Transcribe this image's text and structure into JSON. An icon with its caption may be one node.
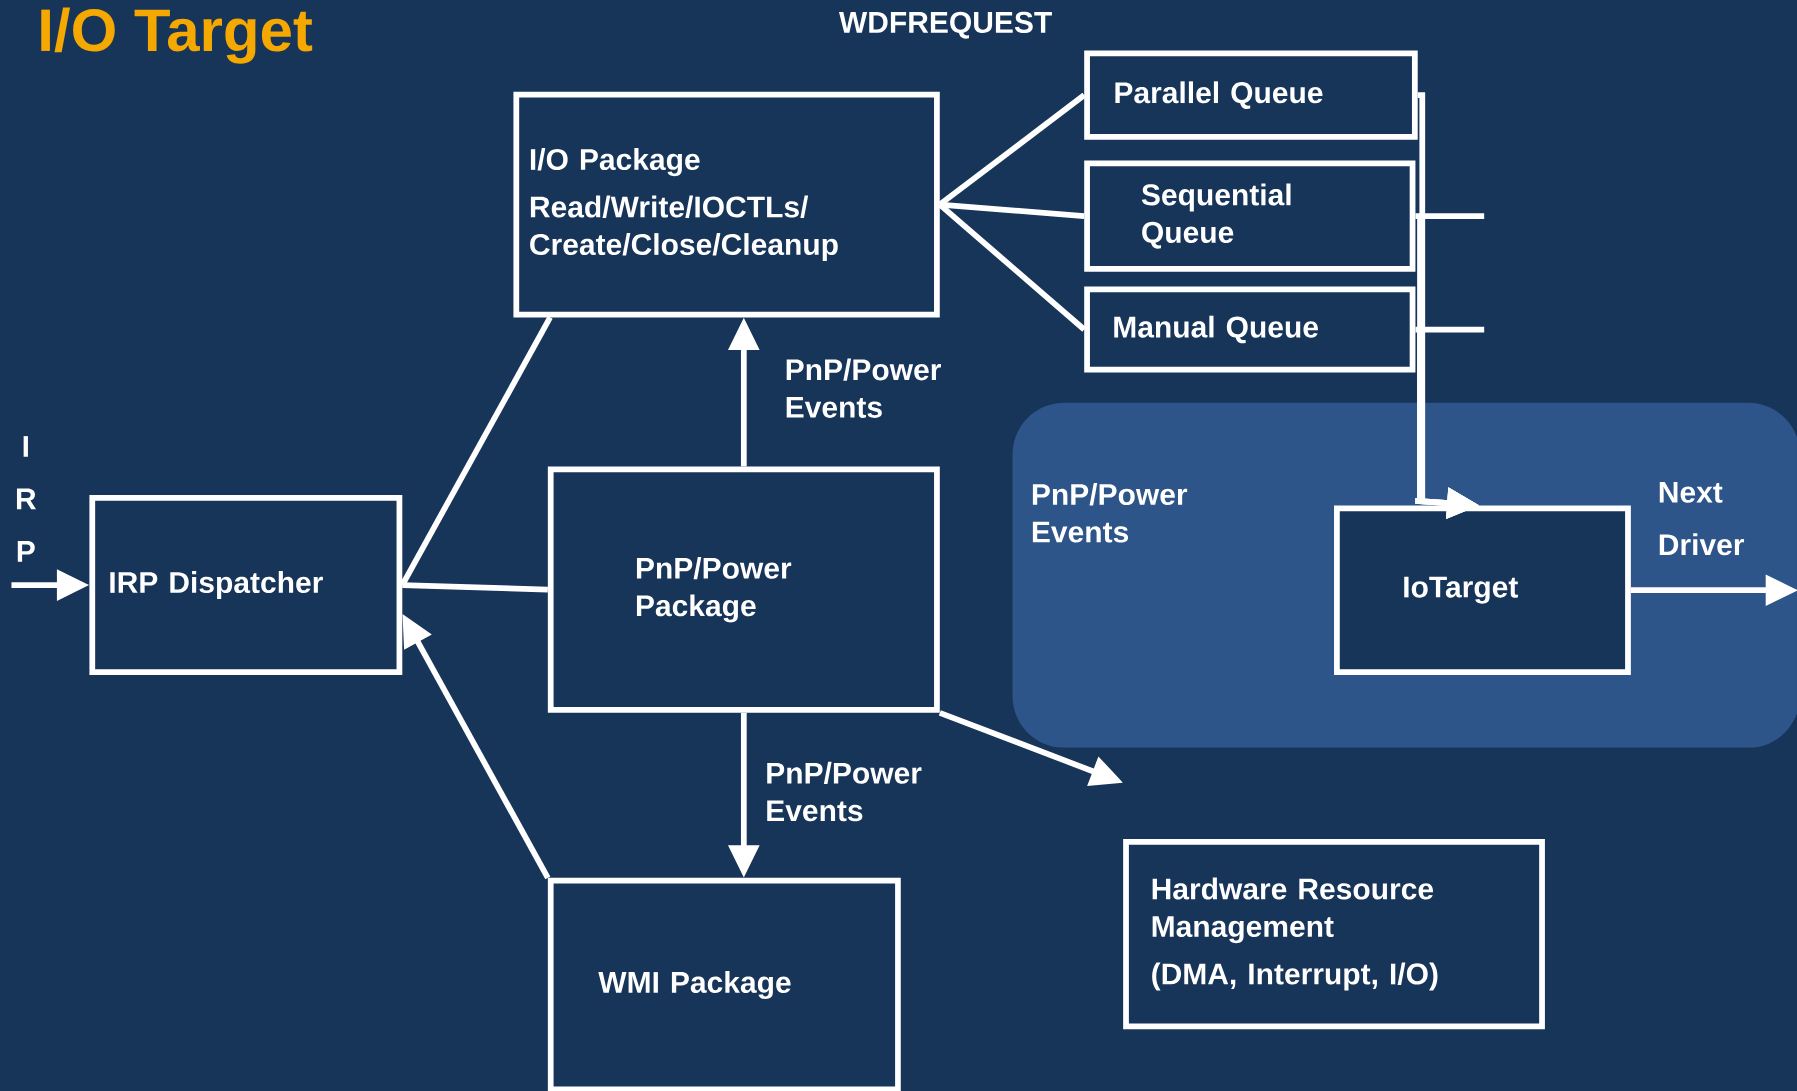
{
  "diagram": {
    "title": "I/O Target",
    "nodes": [
      {
        "text": [
          "I/O Package",
          "Read/Write/IOCTLs/ Create/Close/Cleanup"
        ]
      },
      {
        "text": [
          "Parallel Queue"
        ]
      },
      {
        "text": [
          "Sequential Queue"
        ]
      },
      {
        "text": [
          "Manual Queue"
        ]
      },
      {
        "text": [
          "IRP Dispatcher"
        ]
      },
      {
        "text": [
          "PnP/Power Package"
        ]
      },
      {
        "text": [
          "PnP/Power Events"
        ]
      },
      {
        "text": [
          "IoTarget"
        ],
        "in": 6
      },
      {
        "text": [
          "WMI Package"
        ]
      },
      {
        "text": [
          "Hardware Resource Management",
          "(DMA, Interrupt, I/O)"
        ]
      },
      {
        "text": [
          "I R P"
        ]
      },
      {
        "text": [
          "Next Driver"
        ],
        "in": 6
      }
    ],
    "edges": [
      {
        "from": 10,
        "to": 4,
        "arrow": "to"
      },
      {
        "from": 4,
        "to": 0,
        "arrow": "none"
      },
      {
        "from": 5,
        "to": 4,
        "arrow": "none"
      },
      {
        "from": 8,
        "to": 4,
        "arrow": "to"
      },
      {
        "from": 5,
        "to": 0,
        "arrow": "to",
        "label": "PnP/Power Events"
      },
      {
        "from": 5,
        "to": 8,
        "arrow": "to",
        "label": "PnP/Power Events"
      },
      {
        "from": 5,
        "to": 6,
        "arrow": "to"
      },
      {
        "from": 0,
        "to": 1,
        "arrow": "none"
      },
      {
        "from": 0,
        "to": 2,
        "arrow": "none"
      },
      {
        "from": 0,
        "to": 3,
        "arrow": "none"
      },
      {
        "from": 1,
        "to": 7,
        "arrow": "to"
      },
      {
        "from": 2,
        "to": 7,
        "arrow": "to"
      },
      {
        "from": 3,
        "to": 7,
        "arrow": "to"
      },
      {
        "from": 7,
        "to": 11,
        "arrow": "to"
      }
    ],
    "labels": [
      "WDFREQUEST"
    ]
  }
}
